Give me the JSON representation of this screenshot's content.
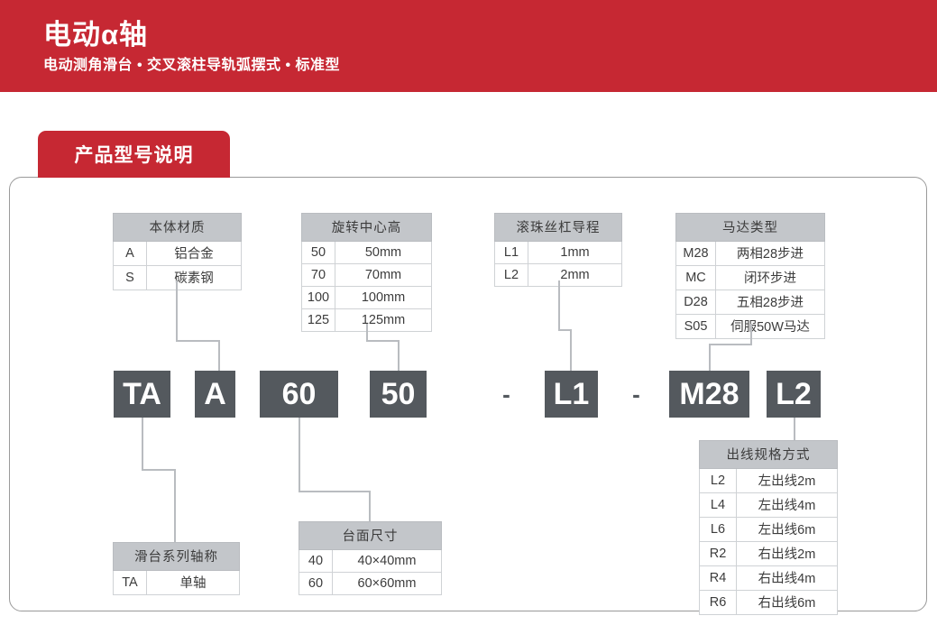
{
  "banner": {
    "title": "电动α轴",
    "subtitle": "电动测角滑台 • 交叉滚柱导轨弧摆式 • 标准型",
    "bg_color": "#c62833"
  },
  "section": {
    "tab_label": "产品型号说明",
    "tab_color": "#c62833"
  },
  "model_code": {
    "box_color": "#54595e",
    "segments": [
      {
        "name": "series",
        "value": "TA"
      },
      {
        "name": "body-material",
        "value": "A"
      },
      {
        "name": "table-size",
        "value": "60"
      },
      {
        "name": "center-height",
        "value": "50"
      },
      {
        "name": "separator-1",
        "value": "-"
      },
      {
        "name": "screw-lead",
        "value": "L1"
      },
      {
        "name": "separator-2",
        "value": "-"
      },
      {
        "name": "motor-type",
        "value": "M28"
      },
      {
        "name": "cable-spec",
        "value": "L2"
      }
    ]
  },
  "tables": {
    "body_material": {
      "header": "本体材质",
      "rows": [
        {
          "code": "A",
          "desc": "铝合金"
        },
        {
          "code": "S",
          "desc": "碳素钢"
        }
      ]
    },
    "center_height": {
      "header": "旋转中心高",
      "rows": [
        {
          "code": "50",
          "desc": "50mm"
        },
        {
          "code": "70",
          "desc": "70mm"
        },
        {
          "code": "100",
          "desc": "100mm"
        },
        {
          "code": "125",
          "desc": "125mm"
        }
      ]
    },
    "screw_lead": {
      "header": "滚珠丝杠导程",
      "rows": [
        {
          "code": "L1",
          "desc": "1mm"
        },
        {
          "code": "L2",
          "desc": "2mm"
        }
      ]
    },
    "motor_type": {
      "header": "马达类型",
      "rows": [
        {
          "code": "M28",
          "desc": "两相28步进"
        },
        {
          "code": "MC",
          "desc": "闭环步进"
        },
        {
          "code": "D28",
          "desc": "五相28步进"
        },
        {
          "code": "S05",
          "desc": "伺服50W马达"
        }
      ]
    },
    "cable_spec": {
      "header": "出线规格方式",
      "rows": [
        {
          "code": "L2",
          "desc": "左出线2m"
        },
        {
          "code": "L4",
          "desc": "左出线4m"
        },
        {
          "code": "L6",
          "desc": "左出线6m"
        },
        {
          "code": "R2",
          "desc": "右出线2m"
        },
        {
          "code": "R4",
          "desc": "右出线4m"
        },
        {
          "code": "R6",
          "desc": "右出线6m"
        }
      ]
    },
    "series_name": {
      "header": "滑台系列轴称",
      "rows": [
        {
          "code": "TA",
          "desc": "单轴"
        }
      ]
    },
    "table_size": {
      "header": "台面尺寸",
      "rows": [
        {
          "code": "40",
          "desc": "40×40mm"
        },
        {
          "code": "60",
          "desc": "60×60mm"
        }
      ]
    }
  }
}
